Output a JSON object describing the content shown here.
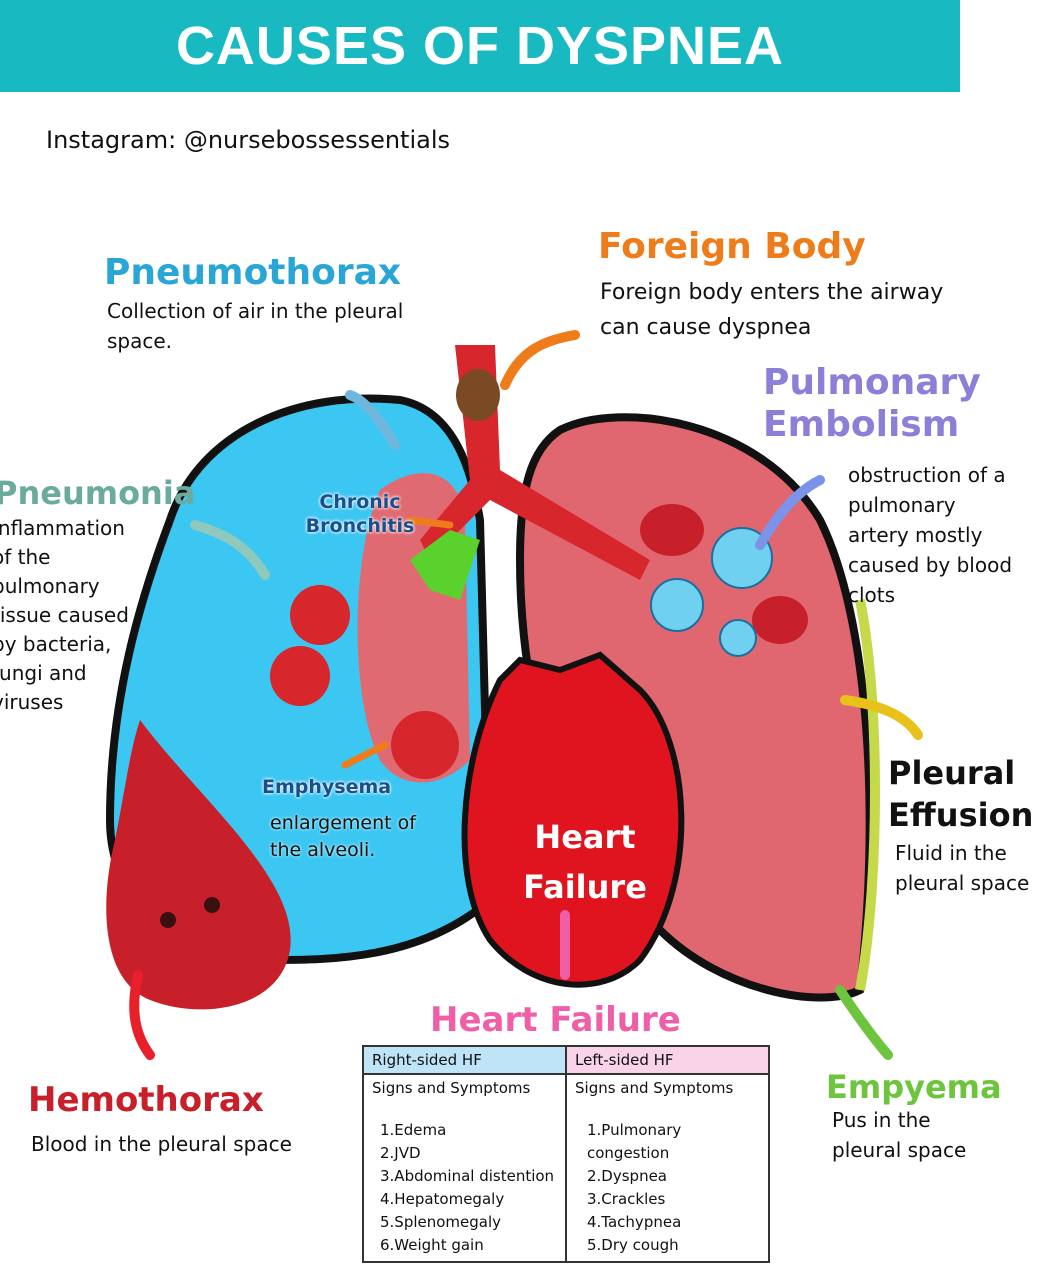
{
  "title": "CAUSES OF DYSPNEA",
  "credit": "Instagram: @nursebossessentials",
  "causes": {
    "pneumothorax": {
      "title": "Pneumothorax",
      "desc": "Collection of air in the pleural space."
    },
    "foreign_body": {
      "title": "Foreign Body",
      "desc": "Foreign body enters the airway can cause dyspnea"
    },
    "pulmonary_embolism": {
      "title": "Pulmonary Embolism",
      "desc": "obstruction of a pulmonary artery mostly caused by blood clots"
    },
    "pneumonia": {
      "title": "Pneumonia",
      "desc": "Inflammation of the pulmonary tissue caused by bacteria, fungi and viruses"
    },
    "chronic_bronchitis": {
      "title": "Chronic Bronchitis"
    },
    "emphysema": {
      "title": "Emphysema",
      "desc": "enlargement of the alveoli."
    },
    "pleural_effusion": {
      "title": "Pleural Effusion",
      "desc": "Fluid in the pleural space"
    },
    "heart_failure_label": "Heart Failure",
    "hemothorax": {
      "title": "Hemothorax",
      "desc": "Blood in the pleural space"
    },
    "empyema": {
      "title": "Empyema",
      "desc": "Pus in the pleural space"
    }
  },
  "heart_failure": {
    "title": "Heart Failure",
    "right": {
      "header": "Right-sided HF",
      "sub": "Signs and Symptoms",
      "items": [
        "1.Edema",
        "2.JVD",
        "3.Abdominal distention",
        "4.Hepatomegaly",
        "5.Splenomegaly",
        "6.Weight gain"
      ]
    },
    "left": {
      "header": "Left-sided HF",
      "sub": "Signs and Symptoms",
      "items": [
        "1.Pulmonary congestion",
        "2.Dyspnea",
        "3.Crackles",
        "4.Tachypnea",
        "5.Dry cough"
      ]
    }
  },
  "colors": {
    "banner": "#19b9c2",
    "pneumothorax": "#2aa6d6",
    "foreign_body": "#ef7c1a",
    "embolism": "#8b7fd8",
    "pneumonia": "#6aab9c",
    "hemothorax": "#c8202a",
    "heart_failure": "#ee5fa8",
    "empyema": "#6cc53c"
  }
}
